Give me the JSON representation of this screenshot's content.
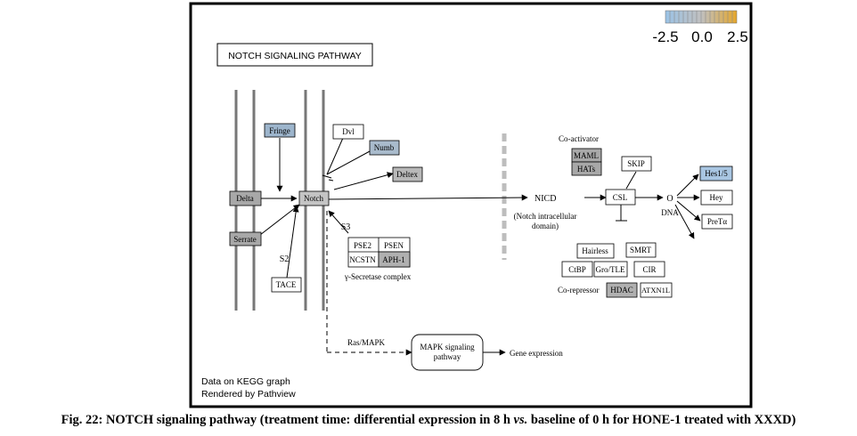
{
  "title": "NOTCH SIGNALING PATHWAY",
  "legend": {
    "min_label": "-2.5",
    "mid_label": "0.0",
    "max_label": "2.5",
    "colors": [
      "#9bc3e6",
      "#c0c0c0",
      "#e5a72c"
    ]
  },
  "nodes": {
    "fringe": "Fringe",
    "dvl": "Dvl",
    "numb": "Numb",
    "deltex": "Deltex",
    "delta": "Delta",
    "notch": "Notch",
    "serrate": "Serrate",
    "tace": "TACE",
    "pse2": "PSE2",
    "psen": "PSEN",
    "ncstn": "NCSTN",
    "aph1": "APH-1",
    "maml": "MAML",
    "hats": "HATs",
    "skip": "SKIP",
    "csl": "CSL",
    "hes15": "Hes1/5",
    "hey": "Hey",
    "pretalpha": "PreTα",
    "hairless": "Hairless",
    "smrt": "SMRT",
    "ctbp": "CtBP",
    "grotle": "Gro/TLE",
    "cir": "CIR",
    "hdac": "HDAC",
    "atxn1l": "ATXN1L",
    "mapk": [
      "MAPK signaling",
      "pathway"
    ]
  },
  "labels": {
    "s2": "S2",
    "s3": "S3",
    "gamma_secretase": "γ-Secretase complex",
    "nicd": "NICD",
    "nicd_desc": [
      "(Notch intracellular",
      "domain)"
    ],
    "coactivator": "Co-activator",
    "corepressor": "Co-repressor",
    "o": "O",
    "dna": "DNA",
    "ras_mapk": "Ras/MAPK",
    "gene_expression": "Gene expression",
    "footer1": "Data on KEGG graph",
    "footer2": "Rendered by Pathview"
  },
  "caption": {
    "prefix": "Fig. 22: NOTCH signaling pathway (treatment time: differential expression in 8 h ",
    "vs": "vs.",
    "suffix": " baseline of 0 h for HONE-1 treated with XXXD)"
  }
}
